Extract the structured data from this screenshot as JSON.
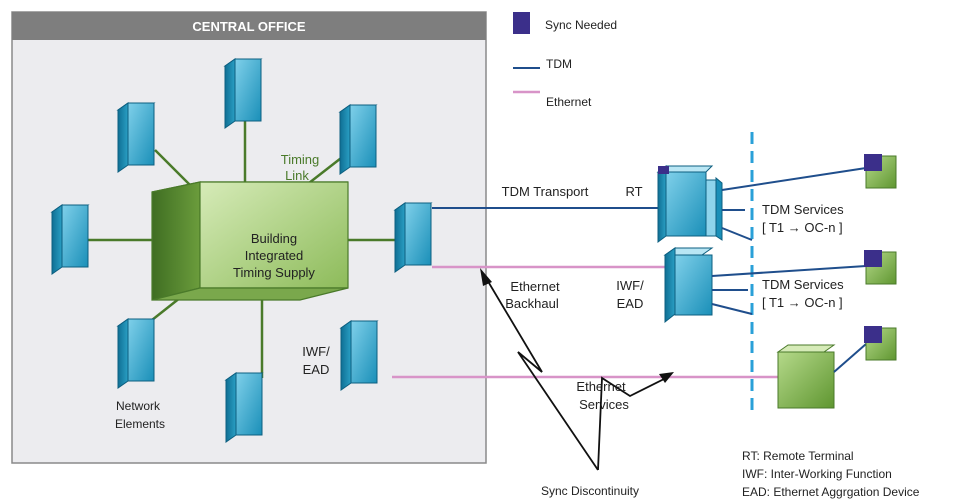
{
  "central_office": {
    "title": "CENTRAL OFFICE"
  },
  "legend": {
    "sync_needed": "Sync Needed",
    "tdm": "TDM",
    "ethernet": "Ethernet"
  },
  "bits": {
    "line1": "Building",
    "line2": "Integrated",
    "line3": "Timing Supply"
  },
  "timing_link": {
    "line1": "Timing",
    "line2": "Link"
  },
  "network_elements": {
    "line1": "Network",
    "line2": "Elements"
  },
  "co_iwf": {
    "line1": "IWF/",
    "line2": "EAD"
  },
  "tdm_transport": "TDM Transport",
  "rt_label": "RT",
  "remote_iwf": {
    "line1": "IWF/",
    "line2": "EAD"
  },
  "ethernet_backhaul": {
    "line1": "Ethernet",
    "line2": "Backhaul"
  },
  "ethernet_services": {
    "line1": "Ethernet",
    "line2": "Services"
  },
  "tdm_services_1": {
    "line1": "TDM Services",
    "line2": "[ T1 → OC-n ]"
  },
  "tdm_services_2": {
    "line1": "TDM Services",
    "line2": "[ T1 → OC-n ]"
  },
  "sync_discontinuity": "Sync Discontinuity",
  "footnotes": {
    "rt": "RT: Remote Terminal",
    "iwf": "IWF: Inter-Working Function",
    "ead": "EAD: Ethernet Aggrgation Device"
  },
  "colors": {
    "tdm": "#1f4e8c",
    "ethernet": "#d894c8",
    "sync_needed": "#3b2f8a",
    "timing_link": "#4a7a2a",
    "cube": "#2a9fc4",
    "bits_green": "#9cc46a",
    "dashed_line": "#2aa0d8"
  }
}
